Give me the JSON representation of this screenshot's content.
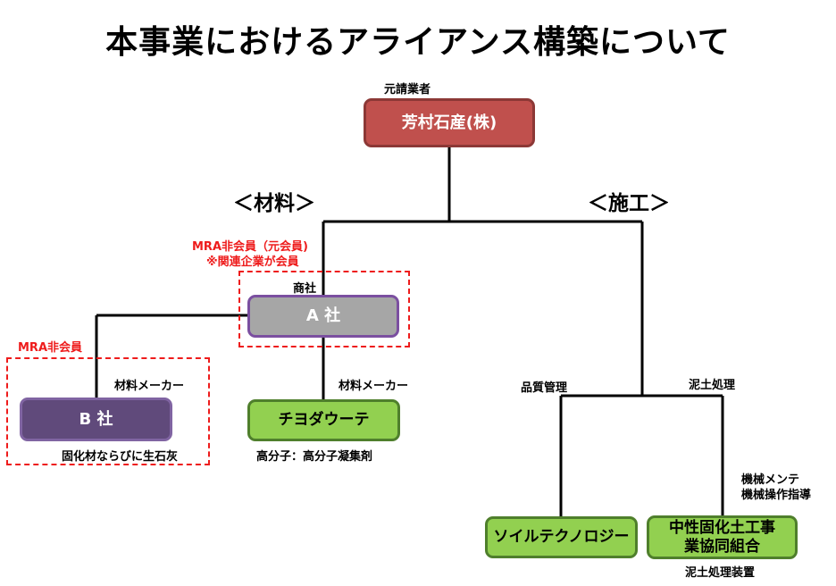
{
  "title": "本事業におけるアライアンス構築について",
  "sections": {
    "materials": "＜材料＞",
    "construction": "＜施工＞"
  },
  "prime": {
    "role": "元請業者",
    "name": "芳村石産(株)"
  },
  "mra": {
    "former_line1": "MRA非会員（元会員)",
    "former_line2": "※関連企業が会員",
    "non_member": "MRA非会員"
  },
  "a_company": {
    "role": "商社",
    "name": "A 社"
  },
  "b_company": {
    "role": "材料メーカー",
    "name": "B 社",
    "product": "固化材ならびに生石灰"
  },
  "chiyoda": {
    "role": "材料メーカー",
    "name": "チヨダウーテ",
    "product": "高分子：高分子凝集剤"
  },
  "quality": {
    "role": "品質管理",
    "name": "ソイルテクノロジー"
  },
  "mud": {
    "role": "泥土処理",
    "duty_line1": "機械メンテ",
    "duty_line2": "機械操作指導",
    "name_line1": "中性固化土工事",
    "name_line2": "業協同組合",
    "equipment": "泥土処理装置"
  }
}
